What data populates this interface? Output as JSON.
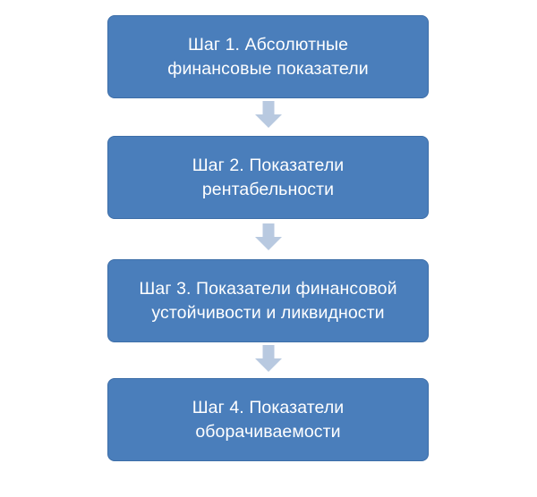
{
  "diagram": {
    "type": "vertical-flowchart",
    "title": "",
    "background_color": "#ffffff",
    "box_fill_color": "#4a7ebb",
    "box_border_color": "#3d6ea8",
    "box_text_color": "#ffffff",
    "arrow_fill_color": "#b8c9e0",
    "steps": [
      {
        "id": "step-1",
        "label": "Шаг 1. Абсолютные\nфинансовые  показатели",
        "line1": "Шаг 1. Абсолютные",
        "line2": "финансовые  показатели",
        "number": "1"
      },
      {
        "id": "step-2",
        "label": "Шаг 2. Показатели\nрентабельности",
        "line1": "Шаг 2. Показатели",
        "line2": "рентабельности",
        "number": "2"
      },
      {
        "id": "step-3",
        "label": "Шаг 3. Показатели финансовой\nустойчивости и ликвидности",
        "line1": "Шаг 3. Показатели финансовой",
        "line2": "устойчивости и ликвидности",
        "number": "3"
      },
      {
        "id": "step-4",
        "label": "Шаг 4. Показатели\nоборачиваемости",
        "line1": "Шаг 4. Показатели",
        "line2": "оборачиваемости",
        "number": "4"
      }
    ],
    "connectors": [
      {
        "id": "arrow-1",
        "icon": "arrow-down-icon",
        "from": "step-1",
        "to": "step-2"
      },
      {
        "id": "arrow-2",
        "icon": "arrow-down-icon",
        "from": "step-2",
        "to": "step-3"
      },
      {
        "id": "arrow-3",
        "icon": "arrow-down-icon",
        "from": "step-3",
        "to": "step-4"
      }
    ]
  }
}
